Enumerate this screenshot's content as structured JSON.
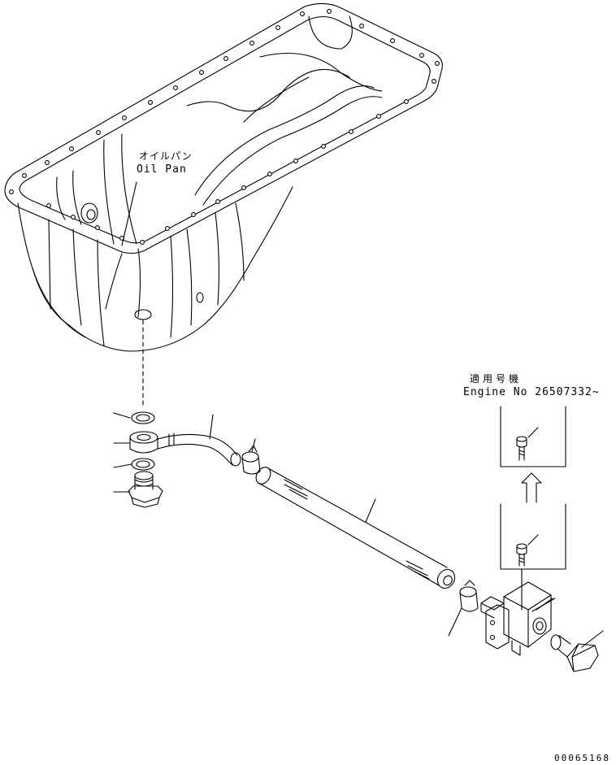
{
  "labels": {
    "oil_pan_jp": "オイルパン",
    "oil_pan_en": "Oil Pan",
    "applicable_jp": "適用号機",
    "engine_no": "Engine No 26507332~",
    "drawing_code": "00065168"
  },
  "colors": {
    "ink": "#000000",
    "paper": "#ffffff"
  }
}
